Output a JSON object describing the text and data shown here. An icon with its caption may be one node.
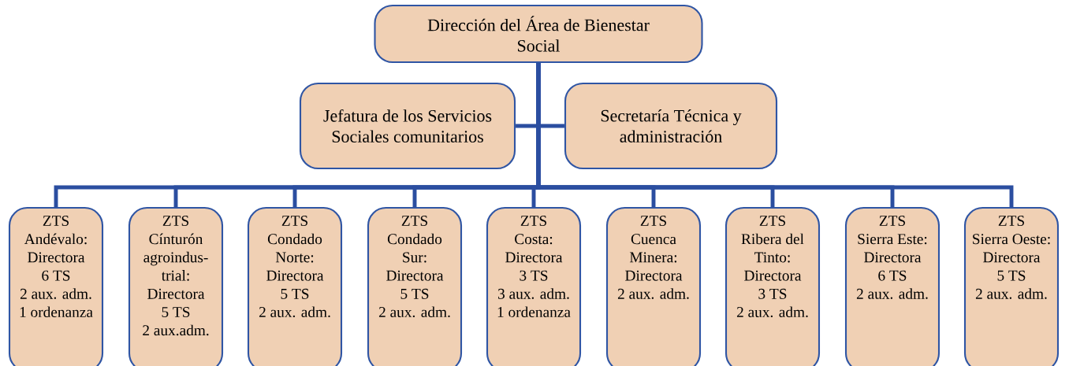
{
  "diagram": {
    "nodes": [
      {
        "text": [
          "Dirección del Área de Bienestar Social"
        ]
      },
      {
        "text": [
          "Jefatura de los Servicios Sociales comunitarios"
        ]
      },
      {
        "text": [
          "Secretaría Técnica y administración"
        ]
      },
      {
        "text": [
          "ZTS",
          "Andévalo:",
          "Directora",
          "6 TS",
          "2 aux. adm.",
          "1 ordenanza"
        ]
      },
      {
        "text": [
          "ZTS",
          "Cínturón agroindus- trial:",
          "Directora",
          "5 TS",
          "2 aux.adm."
        ]
      },
      {
        "text": [
          "ZTS",
          "Condado Norte:",
          "Directora",
          "5 TS",
          "2 aux. adm."
        ]
      },
      {
        "text": [
          "ZTS",
          "Condado Sur:",
          "Directora",
          "5 TS",
          "2 aux. adm."
        ]
      },
      {
        "text": [
          "ZTS",
          "Costa:",
          "Directora",
          "3 TS",
          "3 aux. adm.",
          "1 ordenanza"
        ]
      },
      {
        "text": [
          "ZTS",
          "Cuenca Minera:",
          "Directora",
          "2 aux. adm."
        ]
      },
      {
        "text": [
          "ZTS",
          "Ribera del Tinto:",
          "Directora",
          "3 TS",
          "2 aux. adm."
        ]
      },
      {
        "text": [
          "ZTS",
          "Sierra Este:",
          "Directora",
          "6 TS",
          "2 aux. adm."
        ]
      },
      {
        "text": [
          "ZTS",
          "Sierra Oeste:",
          "Directora",
          "5 TS",
          "2 aux. adm."
        ]
      }
    ],
    "edges": [
      {
        "from": 0,
        "to": 1,
        "arrow": "none"
      },
      {
        "from": 0,
        "to": 2,
        "arrow": "none"
      },
      {
        "from": 0,
        "to": 3,
        "arrow": "none"
      },
      {
        "from": 0,
        "to": 4,
        "arrow": "none"
      },
      {
        "from": 0,
        "to": 5,
        "arrow": "none"
      },
      {
        "from": 0,
        "to": 6,
        "arrow": "none"
      },
      {
        "from": 0,
        "to": 7,
        "arrow": "none"
      },
      {
        "from": 0,
        "to": 8,
        "arrow": "none"
      },
      {
        "from": 0,
        "to": 9,
        "arrow": "none"
      },
      {
        "from": 0,
        "to": 10,
        "arrow": "none"
      },
      {
        "from": 0,
        "to": 11,
        "arrow": "none"
      }
    ]
  }
}
